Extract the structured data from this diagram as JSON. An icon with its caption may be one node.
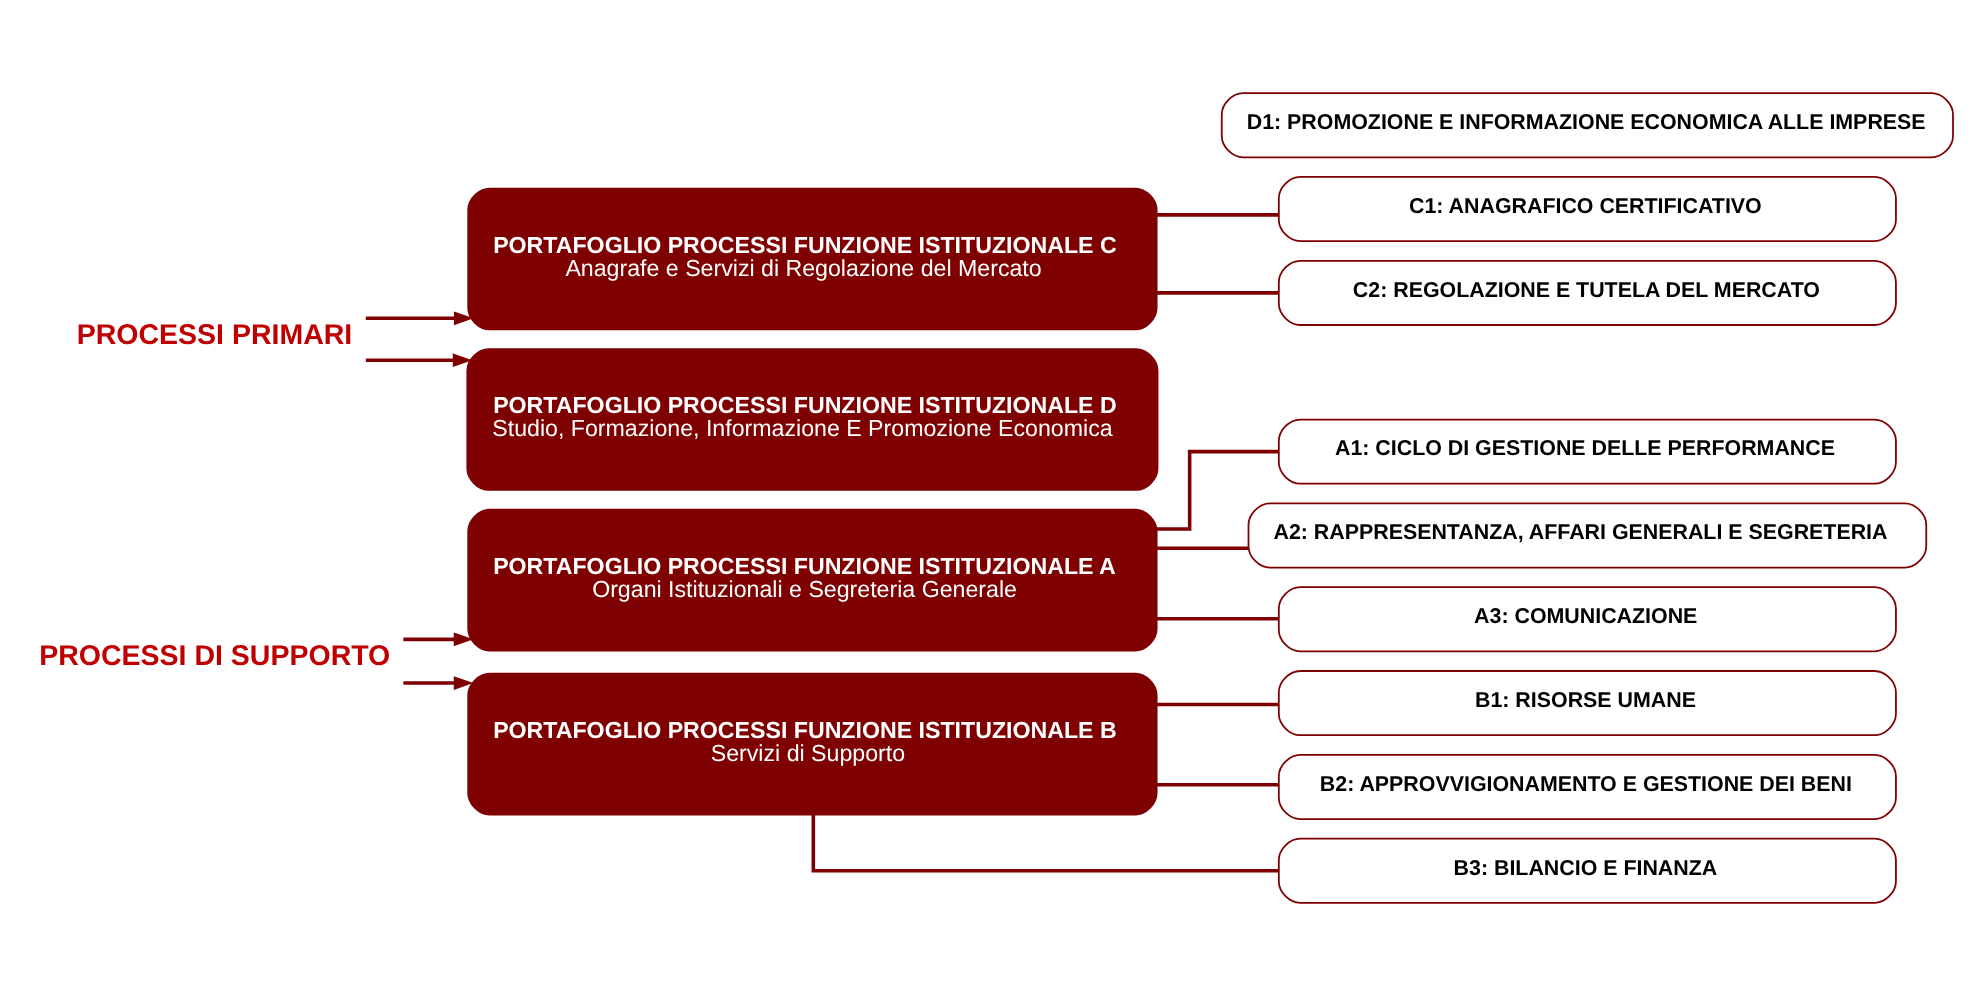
{
  "diagram": {
    "nodes": [
      {
        "text": [
          "PROCESSI DI SUPPORTO"
        ]
      },
      {
        "text": [
          "PORTAFOGLIO PROCESSI FUNZIONE ISTITUZIONALE A",
          "Organi Istituzionali e Segreteria Generale"
        ]
      },
      {
        "text": [
          "A1: CICLO DI GESTIONE DELLE PERFORMANCE"
        ]
      },
      {
        "text": [
          "A2: RAPPRESENTANZA, AFFARI GENERALI E SEGRETERIA"
        ]
      },
      {
        "text": [
          "A3: COMUNICAZIONE"
        ]
      },
      {
        "text": [
          "PORTAFOGLIO PROCESSI FUNZIONE ISTITUZIONALE B",
          "Servizi di Supporto"
        ]
      },
      {
        "text": [
          "B1: RISORSE UMANE"
        ]
      },
      {
        "text": [
          "B2: APPROVVIGIONAMENTO E GESTIONE DEI BENI"
        ]
      },
      {
        "text": [
          "B3: BILANCIO E FINANZA"
        ]
      },
      {
        "text": [
          "PROCESSI PRIMARI"
        ]
      },
      {
        "text": [
          "PORTAFOGLIO PROCESSI FUNZIONE ISTITUZIONALE C",
          "Anagrafe e Servizi di Regolazione del Mercato"
        ]
      },
      {
        "text": [
          "C1: ANAGRAFICO CERTIFICATIVO"
        ]
      },
      {
        "text": [
          "C2: REGOLAZIONE E TUTELA DEL MERCATO"
        ]
      },
      {
        "text": [
          "PORTAFOGLIO PROCESSI FUNZIONE ISTITUZIONALE D",
          "Studio, Formazione, Informazione E Promozione Economica"
        ]
      },
      {
        "text": [
          "D1: PROMOZIONE E INFORMAZIONE ECONOMICA ALLE IMPRESE"
        ]
      }
    ],
    "edges": [
      {
        "from": 0,
        "to": 1,
        "arrow": "to"
      },
      {
        "from": 0,
        "to": 5,
        "arrow": "to"
      },
      {
        "from": 1,
        "to": 2,
        "arrow": "none"
      },
      {
        "from": 1,
        "to": 3,
        "arrow": "none"
      },
      {
        "from": 1,
        "to": 4,
        "arrow": "none"
      },
      {
        "from": 5,
        "to": 6,
        "arrow": "none"
      },
      {
        "from": 5,
        "to": 7,
        "arrow": "none"
      },
      {
        "from": 5,
        "to": 8,
        "arrow": "none"
      },
      {
        "from": 9,
        "to": 10,
        "arrow": "to"
      },
      {
        "from": 9,
        "to": 13,
        "arrow": "to"
      },
      {
        "from": 10,
        "to": 11,
        "arrow": "none"
      },
      {
        "from": 10,
        "to": 12,
        "arrow": "none"
      }
    ]
  }
}
